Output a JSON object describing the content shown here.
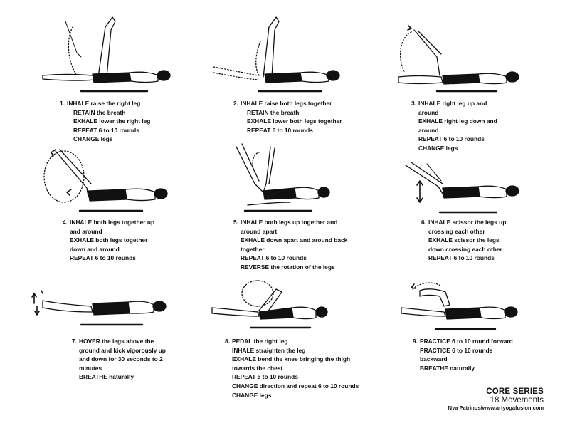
{
  "exercises": [
    {
      "number": "1.",
      "lines": [
        "INHALE raise the right leg",
        "RETAIN the breath",
        "EXHALE lower the right leg",
        "REPEAT 6 to 10 rounds",
        "CHANGE legs"
      ],
      "indent": [
        0,
        1,
        1,
        1,
        1
      ]
    },
    {
      "number": "2.",
      "lines": [
        "INHALE raise both legs together",
        "RETAIN the breath",
        "EXHALE lower both legs together",
        "REPEAT 6 to 10 rounds"
      ],
      "indent": [
        0,
        1,
        1,
        1
      ]
    },
    {
      "number": "3.",
      "lines": [
        "INHALE right leg up and",
        "around",
        "EXHALE right leg down and",
        "around",
        "REPEAT 6 to 10 rounds",
        "CHANGE legs"
      ],
      "indent": [
        0,
        0,
        0,
        0,
        0,
        0
      ]
    },
    {
      "number": "4.",
      "lines": [
        "INHALE both legs together up",
        "and around",
        "EXHALE both legs together",
        "down and around",
        "REPEAT 6 to 10 rounds"
      ],
      "indent": [
        0,
        0,
        0,
        0,
        0
      ]
    },
    {
      "number": "5.",
      "lines": [
        "INHALE both legs up together and",
        "around apart",
        "EXHALE down apart and around back",
        "together",
        "REPEAT 6 to 10 rounds",
        "REVERSE the rotation of the legs"
      ],
      "indent": [
        0,
        0,
        0,
        0,
        0,
        0
      ]
    },
    {
      "number": "6.",
      "lines": [
        "INHALE scissor the legs up",
        "crossing each other",
        "EXHALE scissor the legs",
        "down crossing each other",
        "REPEAT 6 to 10 rounds"
      ],
      "indent": [
        0,
        0,
        0,
        0,
        0
      ]
    },
    {
      "number": "7.",
      "lines": [
        "HOVER the legs above the",
        "ground and kick vigorously up",
        "and down for 30 seconds to 2",
        "minutes",
        "BREATHE naturally"
      ],
      "indent": [
        0,
        0,
        0,
        0,
        0
      ]
    },
    {
      "number": "8.",
      "lines": [
        "PEDAL the right leg",
        "INHALE straighten the leg",
        "EXHALE bend the knee bringing the thigh",
        "towards the chest",
        "REPEAT 6 to 10 rounds",
        "CHANGE direction and repeat 6 to 10 rounds",
        "CHANGE legs"
      ],
      "indent": [
        0,
        0,
        0,
        0,
        0,
        0,
        0
      ]
    },
    {
      "number": "9.",
      "lines": [
        "PRACTICE 6 to 10 round forward",
        "PRACTICE 6 to 10 rounds",
        "backward",
        "BREATHE naturally"
      ],
      "indent": [
        0,
        0,
        0,
        0
      ]
    }
  ],
  "footer": {
    "title": "CORE SERIES",
    "subtitle": "18 Movements",
    "credit": "Nya Patrinos/www.artyogafusion.com"
  }
}
